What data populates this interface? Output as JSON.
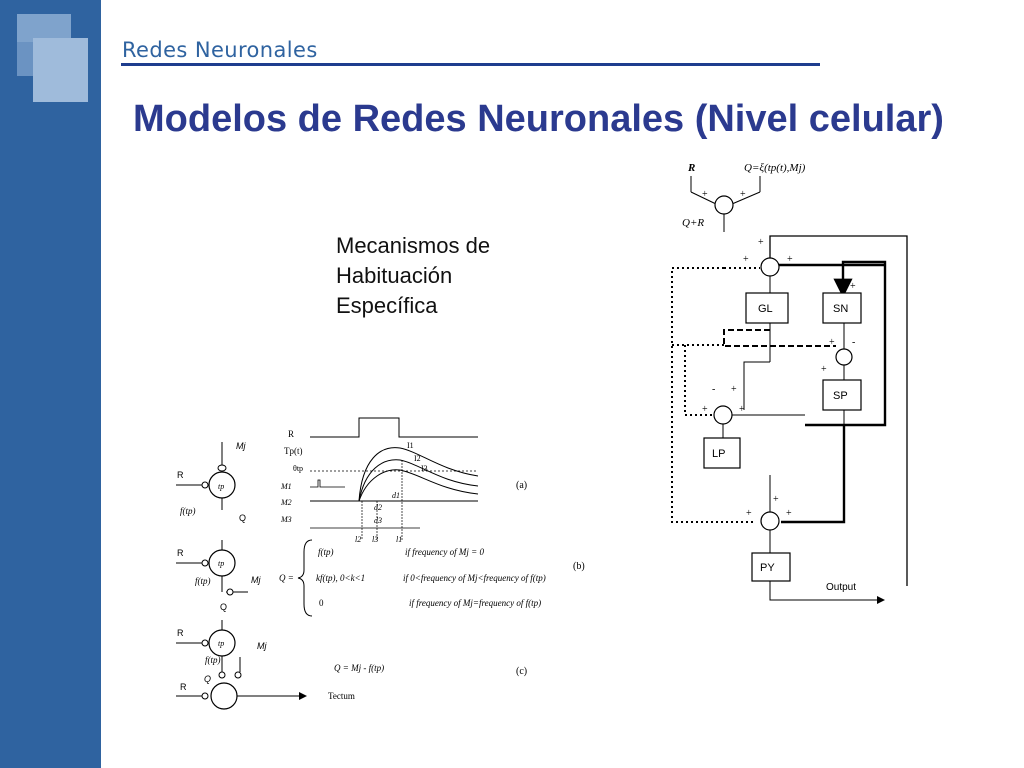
{
  "header": {
    "section": "Redes Neuronales",
    "title": "Modelos de Redes Neuronales (Nivel celular)"
  },
  "mechanism": {
    "line1": "Mecanismos de",
    "line2": "Habituación",
    "line3": "Específica"
  },
  "circuit": {
    "r_label": "R",
    "q_formula": "Q=ξ(tp(t),Mj)",
    "qr_label": "Q+R",
    "gl": "GL",
    "sn": "SN",
    "sp": "SP",
    "lp": "LP",
    "py": "PY",
    "output": "Output",
    "plus": "+",
    "minus": "-"
  },
  "panel_a": {
    "r": "R",
    "tp_t": "Tp(t)",
    "theta": "θtp",
    "m1": "M1",
    "m2": "M2",
    "m3": "M3",
    "i1": "I1",
    "i2": "I2",
    "i3": "I3",
    "d1": "d1",
    "d2": "d2",
    "d3": "d3",
    "l1": "l1",
    "l2": "l2",
    "l3": "l3",
    "mj": "Mj",
    "neuron_r": "R",
    "neuron_tp": "tp",
    "neuron_ftp": "f(tp)",
    "neuron_q": "Q",
    "caption": "(a)"
  },
  "panel_b": {
    "neuron_r": "R",
    "neuron_tp": "tp",
    "neuron_ftp": "f(tp)",
    "neuron_mj": "Mj",
    "neuron_q": "Q",
    "q_eq": "Q =",
    "case1_expr": "f(tp)",
    "case1_cond": "if frequency of Mj = 0",
    "case2_expr": "kf(tp), 0<k<1",
    "case2_cond": "if 0<frequency of Mj<frequency of f(tp)",
    "case3_expr": "0",
    "case3_cond": "if frequency of Mj=frequency of f(tp)",
    "caption": "(b)"
  },
  "panel_c": {
    "neuron_r": "R",
    "neuron_tp": "tp",
    "neuron_mj": "Mj",
    "neuron_ftp": "f(tp)",
    "neuron_q": "Q",
    "neuron_r2": "R",
    "equation": "Q = Mj - f(tp)",
    "tectum": "Tectum",
    "caption": "(c)"
  }
}
